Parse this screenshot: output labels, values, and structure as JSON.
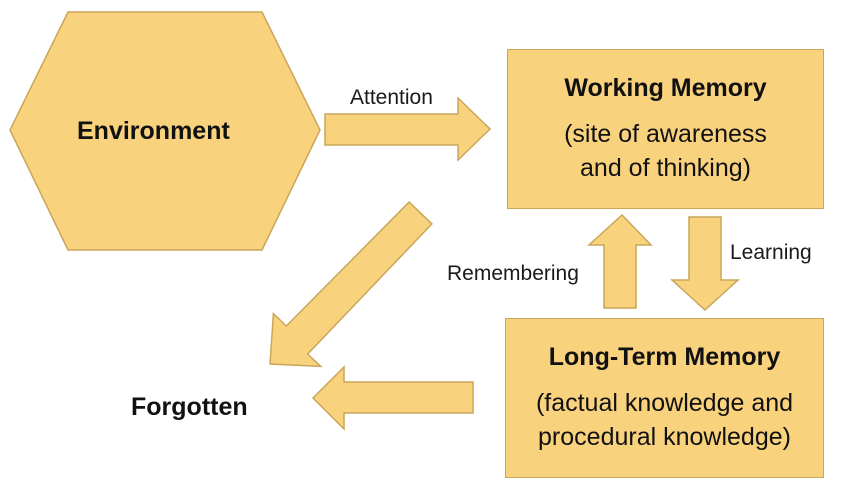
{
  "colors": {
    "fill": "#f9d27e",
    "stroke": "#c9a65a",
    "text": "#111111"
  },
  "nodes": {
    "environment": {
      "label": "Environment"
    },
    "working_memory": {
      "title": "Working Memory",
      "description_line1": "(site of awareness",
      "description_line2": "and of thinking)"
    },
    "long_term_memory": {
      "title": "Long-Term Memory",
      "description_line1": "(factual knowledge and",
      "description_line2": "procedural knowledge)"
    },
    "forgotten": {
      "label": "Forgotten"
    }
  },
  "edges": {
    "attention": {
      "label": "Attention"
    },
    "learning": {
      "label": "Learning"
    },
    "remembering": {
      "label": "Remembering"
    }
  }
}
